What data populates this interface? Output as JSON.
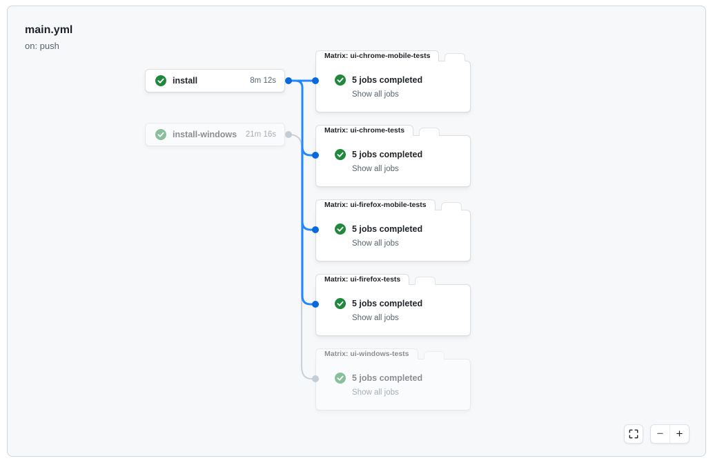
{
  "workflow": {
    "title": "main.yml",
    "trigger": "on: push"
  },
  "jobs": [
    {
      "name": "install",
      "duration": "8m 12s",
      "status": "completed",
      "faded": false
    },
    {
      "name": "install-windows",
      "duration": "21m 16s",
      "status": "completed",
      "faded": true
    }
  ],
  "matrices": [
    {
      "label": "Matrix: ui-chrome-mobile-tests",
      "summary": "5 jobs completed",
      "link": "Show all jobs",
      "status": "completed",
      "faded": false
    },
    {
      "label": "Matrix: ui-chrome-tests",
      "summary": "5 jobs completed",
      "link": "Show all jobs",
      "status": "completed",
      "faded": false
    },
    {
      "label": "Matrix: ui-firefox-mobile-tests",
      "summary": "5 jobs completed",
      "link": "Show all jobs",
      "status": "completed",
      "faded": false
    },
    {
      "label": "Matrix: ui-firefox-tests",
      "summary": "5 jobs completed",
      "link": "Show all jobs",
      "status": "completed",
      "faded": false
    },
    {
      "label": "Matrix: ui-windows-tests",
      "summary": "5 jobs completed",
      "link": "Show all jobs",
      "status": "completed",
      "faded": true
    }
  ],
  "controls": {
    "fit_view_icon": "fit-to-screen-icon",
    "zoom_out_label": "−",
    "zoom_in_label": "+"
  },
  "icons": {
    "job_status": "check-circle-icon"
  },
  "colors": {
    "canvas_bg": "#f6f8fa",
    "card_bg": "#ffffff",
    "accent_blue_line": "#2188ff",
    "accent_blue_dot": "#0969da",
    "success_green": "#1f883d",
    "muted_gray_line": "#c8d1d9",
    "muted_gray_dot": "#c4ccd4",
    "text_primary": "#1f2328",
    "text_secondary": "#59636e"
  }
}
